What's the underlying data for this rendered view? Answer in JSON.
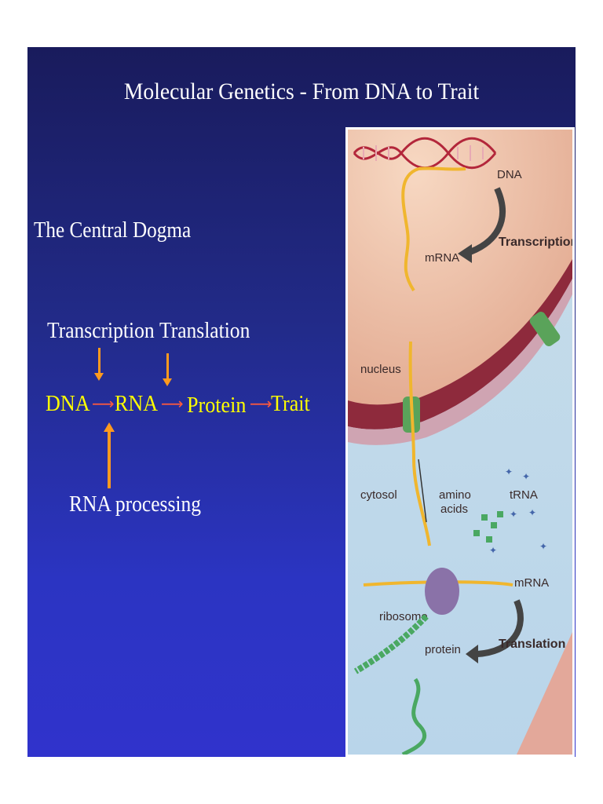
{
  "slide": {
    "title": "Molecular Genetics - From DNA to Trait",
    "subtitle": "The Central Dogma"
  },
  "dogma": {
    "transcription_label": "Transcription",
    "translation_label": "Translation",
    "dna": "DNA",
    "rna": "RNA",
    "protein": "Protein",
    "trait": "Trait",
    "processing_label": "RNA processing"
  },
  "figure": {
    "dna": "DNA",
    "transcription": "Transcription",
    "mrna_top": "mRNA",
    "nucleus": "nucleus",
    "cytosol": "cytosol",
    "amino": "amino",
    "acids": "acids",
    "trna": "tRNA",
    "mrna_bottom": "mRNA",
    "ribosome": "ribosome",
    "protein": "protein",
    "translation": "Translation"
  },
  "colors": {
    "accent_yellow": "#ffff00",
    "arrow_orange": "#ff9a1e",
    "arrow_red": "#ff5a3c"
  }
}
